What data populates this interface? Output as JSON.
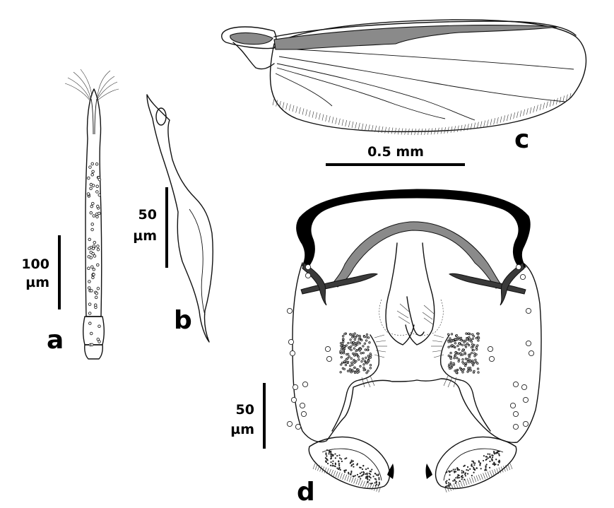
{
  "panels": {
    "a": {
      "label": "a",
      "scale_bar": {
        "value": "100",
        "unit": "µm"
      }
    },
    "b": {
      "label": "b",
      "scale_bar": {
        "value": "50",
        "unit": "µm"
      }
    },
    "c": {
      "label": "c",
      "scale_bar": {
        "text": "0.5 mm"
      }
    },
    "d": {
      "label": "d",
      "scale_bar": {
        "value": "50",
        "unit": "µm"
      }
    }
  },
  "colors": {
    "ink": "#111111",
    "mid_gray": "#8a8a8a",
    "dark_gray": "#3a3a3a",
    "background": "#ffffff"
  }
}
